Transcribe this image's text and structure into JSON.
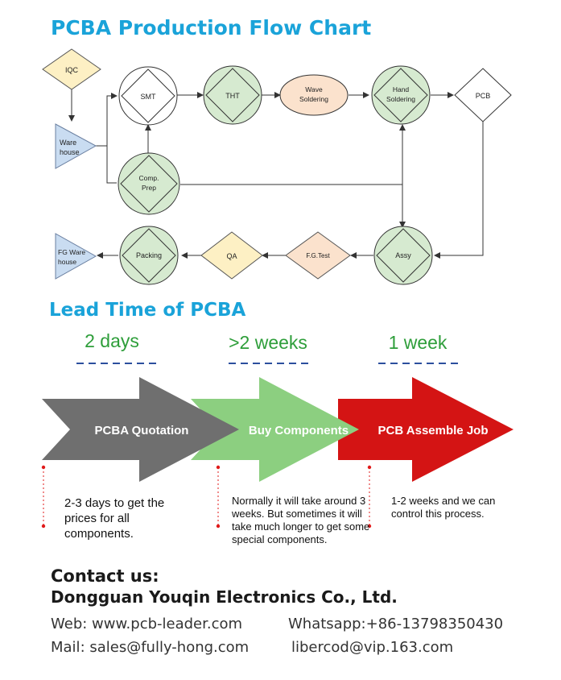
{
  "flow_title": "PCBA Production Flow Chart",
  "flow_nodes": {
    "iqc": "IQC",
    "warehouse_l1": "Ware",
    "warehouse_l2": "house",
    "smt": "SMT",
    "tht": "THT",
    "wave_l1": "Wave",
    "wave_l2": "Soldering",
    "hand_l1": "Hand",
    "hand_l2": "Soldering",
    "pcb": "PCB",
    "comp_l1": "Comp.",
    "comp_l2": "Prep",
    "fgware_l1": "FG Ware",
    "fgware_l2": "house",
    "packing": "Packing",
    "qa": "QA",
    "fgtest": "F.G.Test",
    "assy": "Assy"
  },
  "lead_title": "Lead Time of PCBA",
  "stages": [
    {
      "duration": "2 days",
      "label": "PCBA Quotation",
      "desc": "2-3 days to get the prices for all components."
    },
    {
      "duration": ">2 weeks",
      "label": "Buy  Components",
      "desc": "Normally it will take around 3 weeks. But sometimes it will take much longer to get some special components."
    },
    {
      "duration": "1 week",
      "label": "PCB Assemble Job",
      "desc": "1-2 weeks and we can control this process."
    }
  ],
  "contact": {
    "heading": "Contact us:",
    "company": "Dongguan Youqin Electronics Co., Ltd.",
    "web": "Web: www.pcb-leader.com",
    "whatsapp": "Whatsapp:+86-13798350430",
    "mail": "Mail: sales@fully-hong.com",
    "mail2": "libercod@vip.163.com"
  },
  "colors": {
    "title": "#1aa3d9",
    "green_node": "#d6ead0",
    "wave_node": "#fbe2cd",
    "iqc_node": "#fdf0c4",
    "warehouse_node": "#c9dcf1",
    "arrow_gray": "#6f6f6f",
    "arrow_green": "#8ccf80",
    "arrow_red": "#d41414",
    "duration_green": "#2e9e3a",
    "dash_blue": "#2c4f9e",
    "marker_red": "#e01a1a"
  }
}
